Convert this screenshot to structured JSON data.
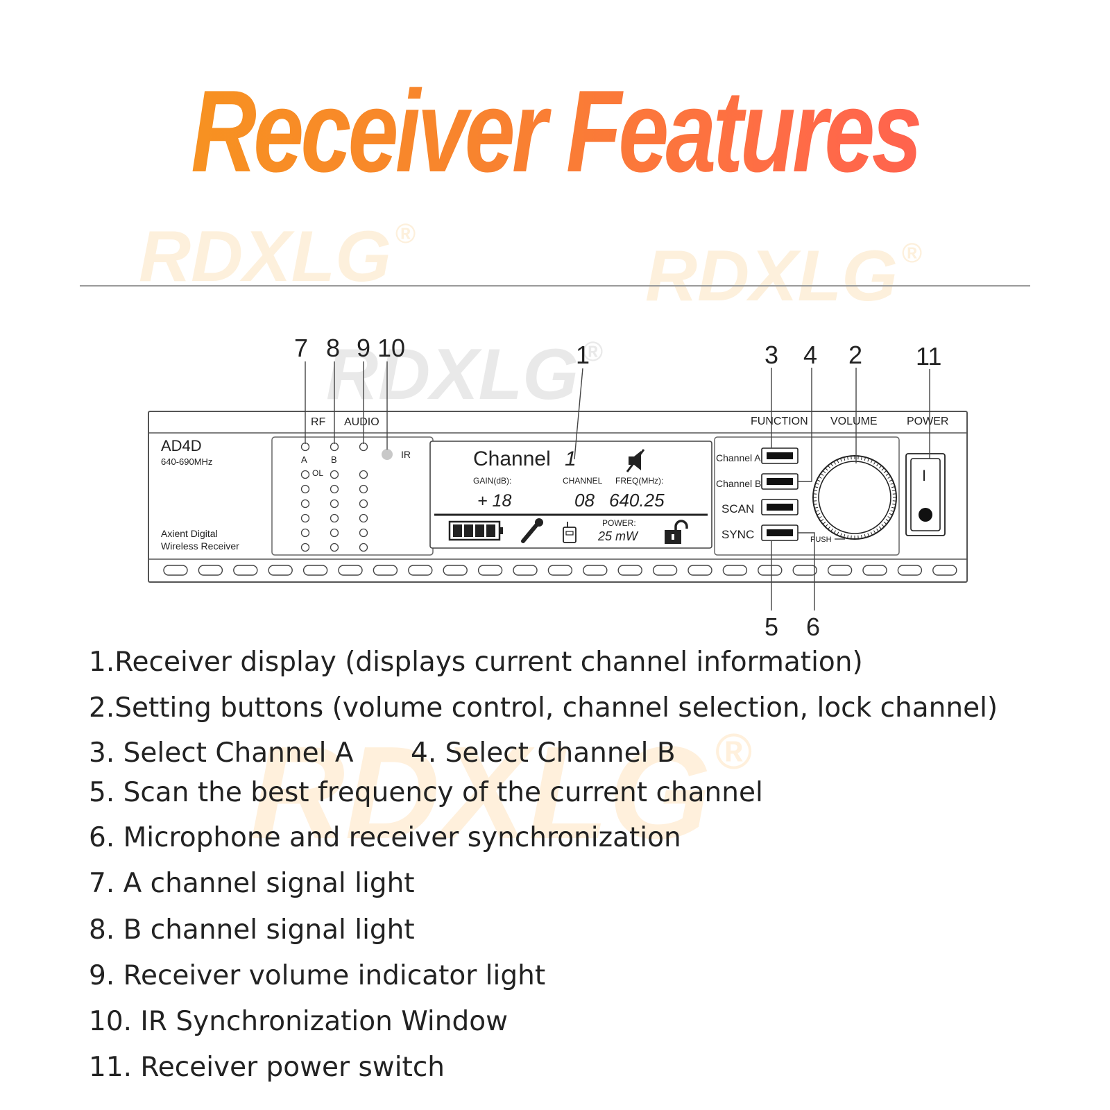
{
  "title": "Receiver Features",
  "watermark": {
    "text": "RDXLG",
    "mark": "®"
  },
  "device": {
    "model": "AD4D",
    "band": "640-690MHz",
    "desc_line1": "Axient Digital",
    "desc_line2": "Wireless Receiver",
    "section_rf": "RF",
    "section_audio": "AUDIO",
    "section_function": "FUNCTION",
    "section_volume": "VOLUME",
    "section_power": "POWER",
    "led_a": "A",
    "led_b": "B",
    "led_ol": "OL",
    "ir_label": "IR",
    "push_label": "PUSH",
    "power_on_symbol": "I",
    "buttons": [
      "Channel A",
      "Channel B",
      "SCAN",
      "SYNC"
    ]
  },
  "display": {
    "channel_label": "Channel",
    "channel_value": "1",
    "gain_label": "GAIN(dB):",
    "gain_value": "+ 18",
    "channel_col_label": "CHANNEL",
    "channel_col_value": "08",
    "freq_label": "FREQ(MHz):",
    "freq_value": "640.25",
    "power_label": "POWER:",
    "power_value": "25 mW",
    "icons": [
      "battery-icon",
      "microphone-icon",
      "bodypack-icon",
      "mute-icon",
      "unlock-icon"
    ]
  },
  "callouts": [
    "1",
    "2",
    "3",
    "4",
    "5",
    "6",
    "7",
    "8",
    "9",
    "10",
    "11"
  ],
  "features": [
    "1.Receiver display (displays current channel information)",
    "2.Setting buttons (volume control, channel selection, lock channel)",
    "3. Select Channel A",
    "4. Select Channel B",
    "5. Scan the best frequency of the current channel",
    "6. Microphone and receiver synchronization",
    "7. A channel signal light",
    "8. B channel signal light",
    "9. Receiver volume indicator light",
    "10. IR Synchronization Window",
    "11. Receiver power switch"
  ],
  "colors": {
    "title_gradient_start": "#f7951e",
    "title_gradient_end": "#ff5f52",
    "line": "#444444",
    "text": "#222222"
  }
}
